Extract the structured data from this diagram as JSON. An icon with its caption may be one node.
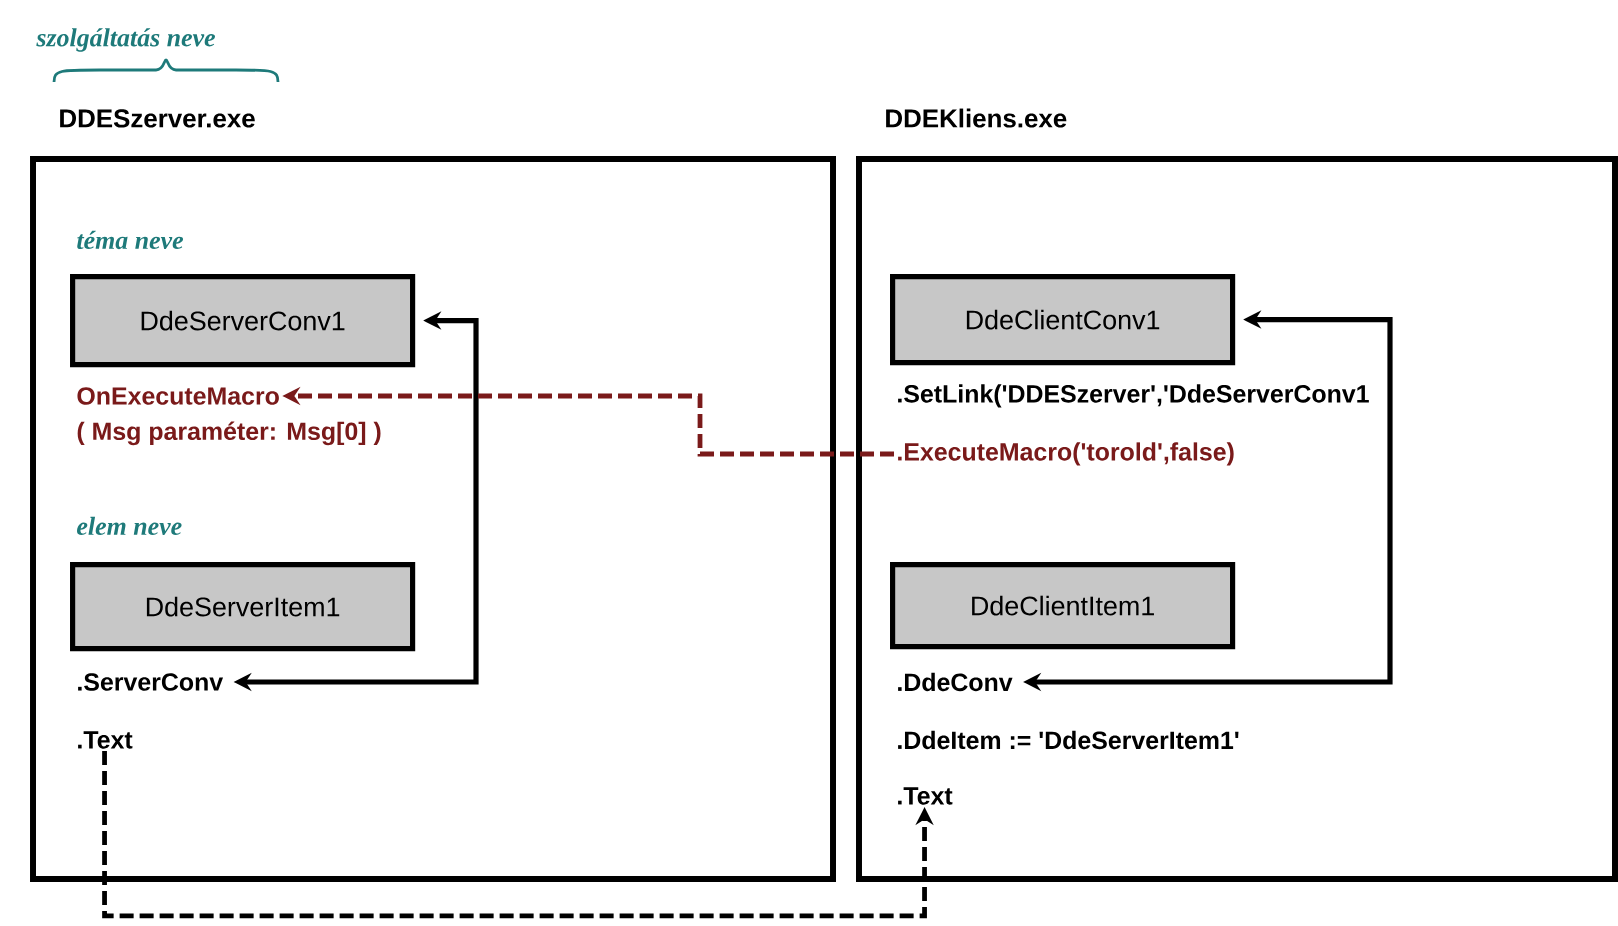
{
  "diagram": {
    "nodes": [
      {
        "text": [
          "DDESzerver.exe"
        ]
      },
      {
        "text": [
          "DdeServerConv1"
        ],
        "in": 0
      },
      {
        "text": [
          "OnExecuteMacro"
        ],
        "beside": [
          "( Msg paraméter: Msg[0] )"
        ],
        "in": 0
      },
      {
        "text": [
          "DdeServerItem1"
        ],
        "in": 0
      },
      {
        "text": [
          ".ServerConv"
        ],
        "in": 0
      },
      {
        "text": [
          ".Text"
        ],
        "in": 0
      },
      {
        "text": [
          "DDEKliens.exe"
        ]
      },
      {
        "text": [
          "DdeClientConv1"
        ],
        "in": 6
      },
      {
        "text": [
          ".SetLink('DDESzerver','DdeServerConv1"
        ],
        "in": 6
      },
      {
        "text": [
          ".ExecuteMacro('torold',false)"
        ],
        "in": 6
      },
      {
        "text": [
          "DdeClientItem1"
        ],
        "in": 6
      },
      {
        "text": [
          ".DdeConv"
        ],
        "in": 6
      },
      {
        "text": [
          ".DdeItem := 'DdeServerItem1'"
        ],
        "in": 6
      },
      {
        "text": [
          ".Text"
        ],
        "in": 6
      }
    ],
    "edges": [
      {
        "from": 1,
        "to": 4,
        "arrow": "both"
      },
      {
        "from": 7,
        "to": 11,
        "arrow": "both"
      },
      {
        "from": 9,
        "to": 2,
        "arrow": "to",
        "style": "dashed",
        "color": "#7a1a1a"
      },
      {
        "from": 5,
        "to": 13,
        "arrow": "to",
        "style": "dashed"
      }
    ],
    "labels": [
      "szolgáltatás neve",
      "téma neve",
      "elem neve"
    ]
  }
}
